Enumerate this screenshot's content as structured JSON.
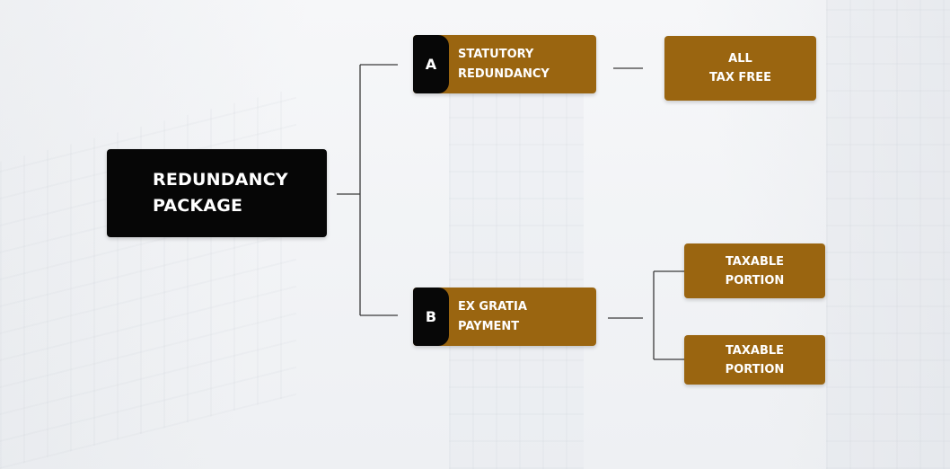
{
  "diagram": {
    "root": {
      "line1": "REDUNDANCY",
      "line2": "PACKAGE"
    },
    "branches": [
      {
        "letter": "A",
        "line1": "STATUTORY",
        "line2": "REDUNDANCY",
        "children": [
          {
            "line1": "ALL",
            "line2": "TAX FREE"
          }
        ]
      },
      {
        "letter": "B",
        "line1": "EX GRATIA",
        "line2": "PAYMENT",
        "children": [
          {
            "line1": "TAXABLE",
            "line2": "PORTION"
          },
          {
            "line1": "TAXABLE",
            "line2": "PORTION"
          }
        ]
      }
    ],
    "colors": {
      "root_fill": "#060606",
      "branch_fill": "#9a6510",
      "letter_fill": "#070707",
      "text": "#ffffff",
      "connector": "#3a3a3a"
    }
  }
}
